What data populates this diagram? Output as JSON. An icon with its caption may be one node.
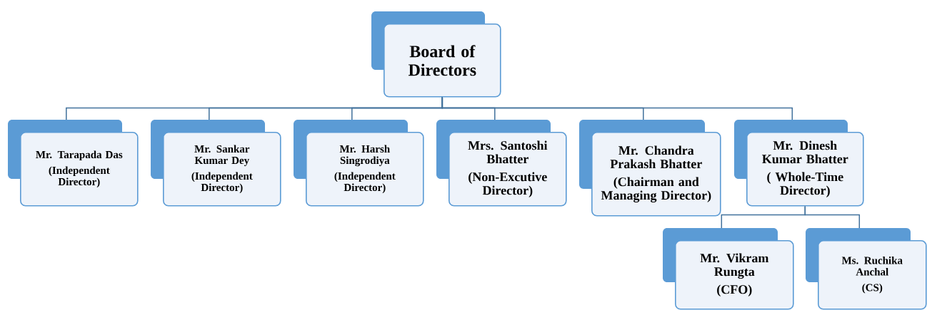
{
  "diagram": {
    "nodes": [
      {
        "text": [
          "Board of Directors"
        ]
      },
      {
        "text": [
          "Mr. Tarapada Das",
          "(Independent Director)"
        ]
      },
      {
        "text": [
          "Mr. Sankar Kumar Dey",
          "(Independent Director)"
        ]
      },
      {
        "text": [
          "Mr. Harsh Singrodiya",
          "(Independent Director)"
        ]
      },
      {
        "text": [
          "Mrs. Santoshi Bhatter",
          "(Non-Excutive Director)"
        ]
      },
      {
        "text": [
          "Mr. Chandra Prakash Bhatter",
          "(Chairman and Managing Director)"
        ]
      },
      {
        "text": [
          "Mr. Dinesh Kumar Bhatter",
          "( Whole-Time Director)"
        ]
      },
      {
        "text": [
          "Mr. Vikram Rungta",
          "(CFO)"
        ]
      },
      {
        "text": [
          "Ms. Ruchika Anchal",
          "(CS)"
        ]
      }
    ],
    "edges": [
      {
        "from": 0,
        "to": 1,
        "arrow": "none"
      },
      {
        "from": 0,
        "to": 2,
        "arrow": "none"
      },
      {
        "from": 0,
        "to": 3,
        "arrow": "none"
      },
      {
        "from": 0,
        "to": 4,
        "arrow": "none"
      },
      {
        "from": 0,
        "to": 5,
        "arrow": "none"
      },
      {
        "from": 0,
        "to": 6,
        "arrow": "none"
      },
      {
        "from": 6,
        "to": 7,
        "arrow": "none"
      },
      {
        "from": 6,
        "to": 8,
        "arrow": "none"
      }
    ]
  }
}
